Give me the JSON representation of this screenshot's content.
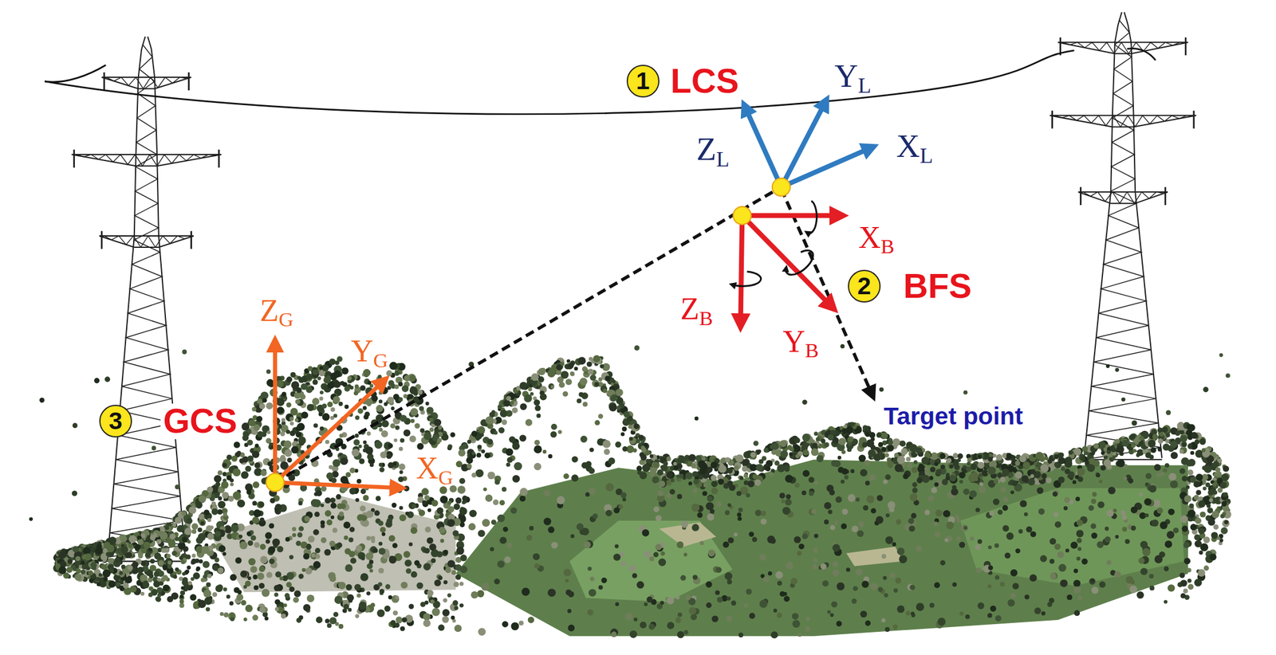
{
  "diagram": {
    "nodes": [
      {
        "text": [
          "1"
        ]
      },
      {
        "text": [
          "2"
        ]
      },
      {
        "text": [
          "3"
        ]
      }
    ],
    "labels": [
      "LCS",
      "YL",
      "ZL",
      "XL",
      "XB",
      "BFS",
      "ZB",
      "YB",
      "Target point",
      "ZG",
      "YG",
      "GCS",
      "XG"
    ]
  }
}
